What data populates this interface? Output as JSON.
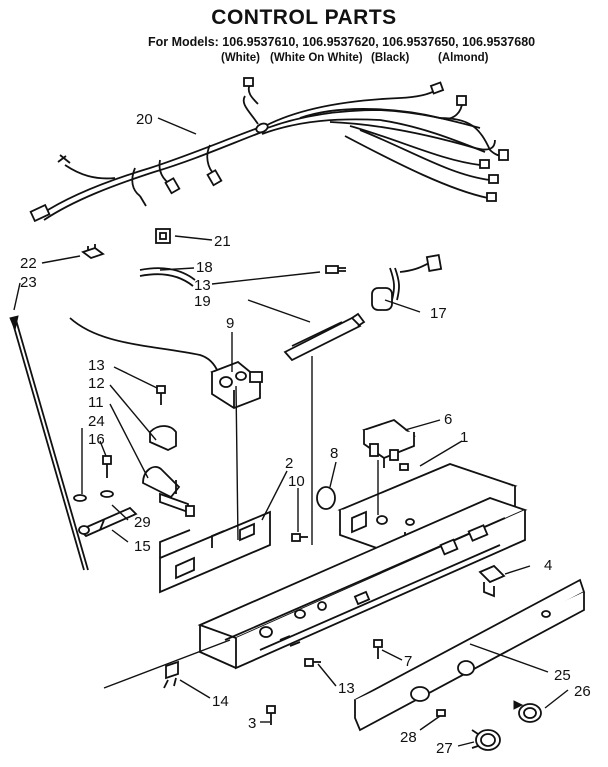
{
  "title": "CONTROL PARTS",
  "models_line": "For Models: 106.9537610, 106.9537620, 106.9537650, 106.9537680",
  "variants": [
    "(White)",
    "(White On White)",
    "(Black)",
    "(Almond)"
  ],
  "callouts": [
    {
      "id": "20",
      "label": "20"
    },
    {
      "id": "21",
      "label": "21"
    },
    {
      "id": "22",
      "label": "22"
    },
    {
      "id": "23",
      "label": "23"
    },
    {
      "id": "18",
      "label": "18"
    },
    {
      "id": "13a",
      "label": "13"
    },
    {
      "id": "19",
      "label": "19"
    },
    {
      "id": "17",
      "label": "17"
    },
    {
      "id": "9",
      "label": "9"
    },
    {
      "id": "13b",
      "label": "13"
    },
    {
      "id": "12",
      "label": "12"
    },
    {
      "id": "11",
      "label": "11"
    },
    {
      "id": "24",
      "label": "24"
    },
    {
      "id": "16",
      "label": "16"
    },
    {
      "id": "6",
      "label": "6"
    },
    {
      "id": "1",
      "label": "1"
    },
    {
      "id": "8",
      "label": "8"
    },
    {
      "id": "2",
      "label": "2"
    },
    {
      "id": "10",
      "label": "10"
    },
    {
      "id": "29",
      "label": "29"
    },
    {
      "id": "15",
      "label": "15"
    },
    {
      "id": "4",
      "label": "4"
    },
    {
      "id": "7",
      "label": "7"
    },
    {
      "id": "25",
      "label": "25"
    },
    {
      "id": "13c",
      "label": "13"
    },
    {
      "id": "14",
      "label": "14"
    },
    {
      "id": "26",
      "label": "26"
    },
    {
      "id": "3",
      "label": "3"
    },
    {
      "id": "28",
      "label": "28"
    },
    {
      "id": "27",
      "label": "27"
    }
  ]
}
